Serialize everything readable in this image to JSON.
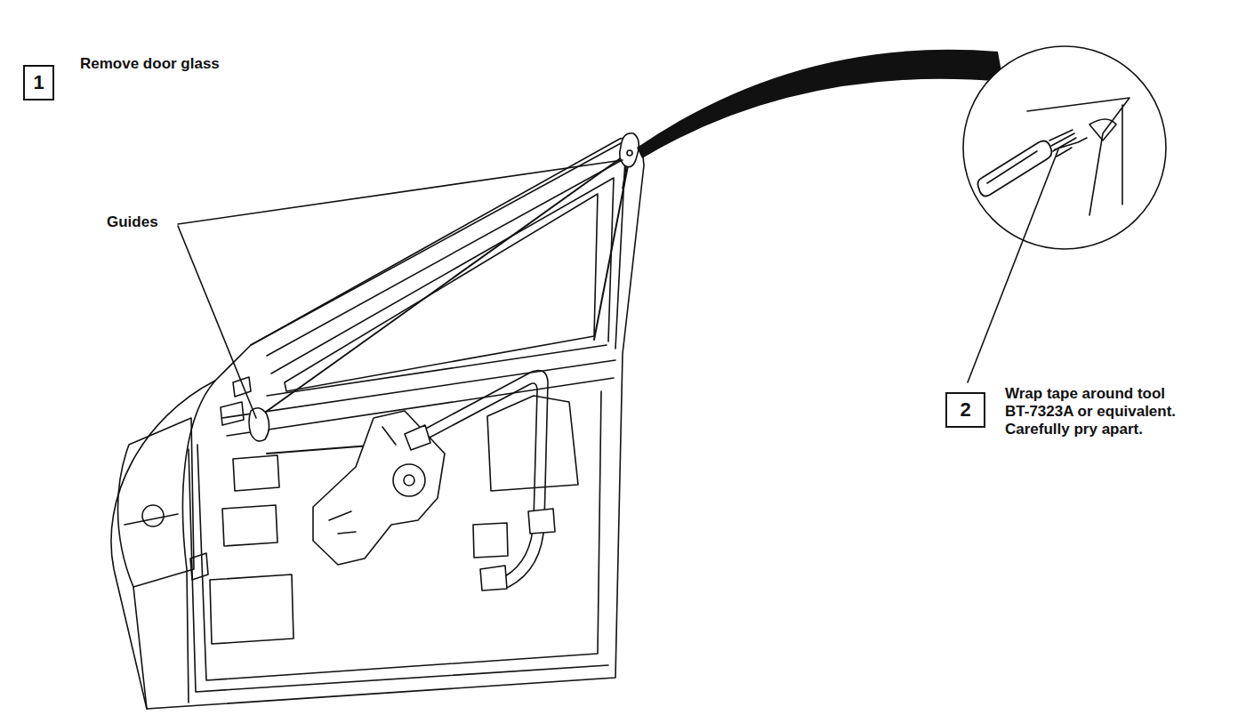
{
  "diagram": {
    "nodes": [
      {
        "text": [
          "1",
          "Remove door glass"
        ]
      },
      {
        "text": [
          "2",
          "Wrap tape around tool BT-7323A or equivalent. Carefully pry apart."
        ]
      }
    ],
    "labels": [
      "Guides"
    ]
  }
}
